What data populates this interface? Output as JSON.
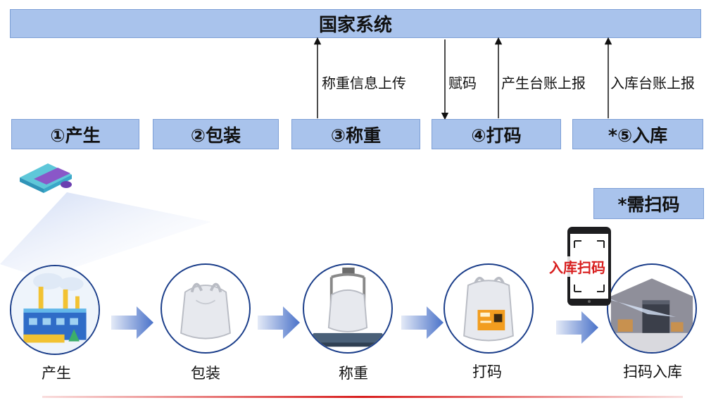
{
  "header": {
    "title": "国家系统"
  },
  "steps": [
    {
      "label": "①产生"
    },
    {
      "label": "②包装"
    },
    {
      "label": "③称重"
    },
    {
      "label": "④打码"
    },
    {
      "label": "*⑤入库"
    }
  ],
  "flows": {
    "weigh_upload": "称重信息上传",
    "assign_code": "赋码",
    "produce_report": "产生台账上报",
    "storage_report": "入库台账上报"
  },
  "scan_note": "*需扫码",
  "phone_tag": "入库扫码",
  "stages": [
    {
      "caption": "产生"
    },
    {
      "caption": "包装"
    },
    {
      "caption": "称重"
    },
    {
      "caption": "打码"
    },
    {
      "caption": "扫码入库"
    }
  ],
  "colors": {
    "box_fill": "#a9c3ec",
    "box_border": "#7d9fd6",
    "circle_border": "#1b3e8a",
    "arrow_blue": "#4a72c9",
    "tag_red": "#d81e1e"
  }
}
